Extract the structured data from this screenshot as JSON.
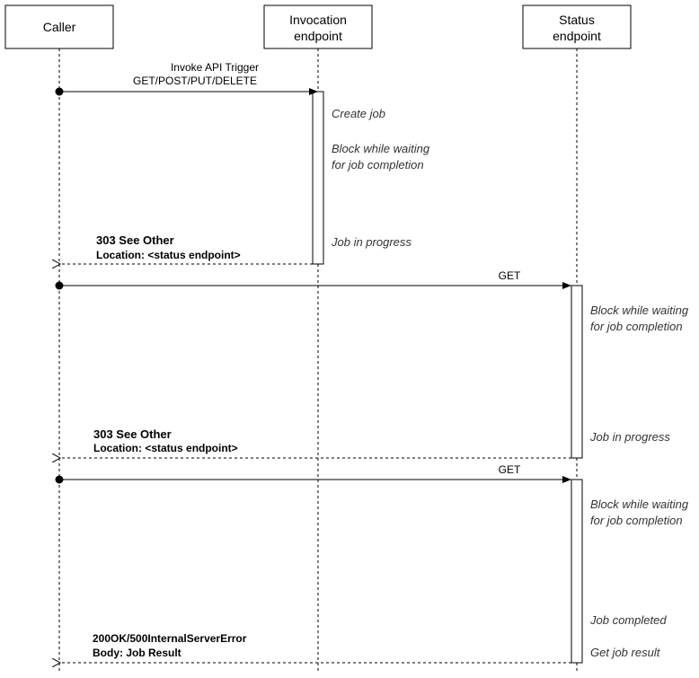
{
  "participants": {
    "caller": "Caller",
    "invocation": [
      "Invocation",
      "endpoint"
    ],
    "status": [
      "Status",
      "endpoint"
    ]
  },
  "messages": {
    "invoke": [
      "Invoke API Trigger",
      "GET/POST/PUT/DELETE"
    ],
    "get1": "GET",
    "get2": "GET"
  },
  "returns": {
    "r1": [
      "303 See Other",
      "Location: <status endpoint>"
    ],
    "r2": [
      "303 See Other",
      "Location: <status endpoint>"
    ],
    "r3": [
      "200OK/500InternalServerError",
      "Body: Job Result"
    ]
  },
  "notes": {
    "inv": {
      "create": "Create job",
      "block": [
        "Block while waiting",
        "for job completion"
      ],
      "progress": "Job in progress"
    },
    "status1": {
      "block": [
        "Block while waiting",
        "for job completion"
      ],
      "progress": "Job in progress"
    },
    "status2": {
      "block": [
        "Block while waiting",
        "for job completion"
      ],
      "completed": "Job completed",
      "result": "Get job result"
    }
  }
}
